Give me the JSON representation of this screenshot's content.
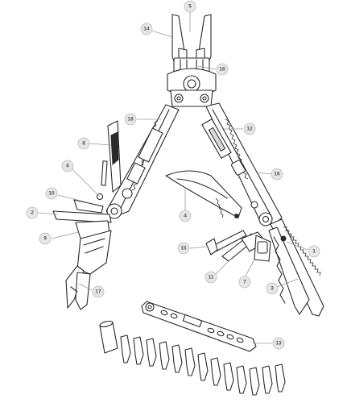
{
  "diagram": {
    "callouts": [
      {
        "id": "c1",
        "label": "1"
      },
      {
        "id": "c2",
        "label": "2"
      },
      {
        "id": "c3",
        "label": "3"
      },
      {
        "id": "c4",
        "label": "4"
      },
      {
        "id": "c5",
        "label": "5"
      },
      {
        "id": "c6",
        "label": "6"
      },
      {
        "id": "c7",
        "label": "7"
      },
      {
        "id": "c8",
        "label": "8"
      },
      {
        "id": "c9",
        "label": "9"
      },
      {
        "id": "c10",
        "label": "10"
      },
      {
        "id": "c11",
        "label": "11"
      },
      {
        "id": "c12",
        "label": "12"
      },
      {
        "id": "c13",
        "label": "13"
      },
      {
        "id": "c14",
        "label": "14"
      },
      {
        "id": "c15",
        "label": "15"
      },
      {
        "id": "c16a",
        "label": "16"
      },
      {
        "id": "c16b",
        "label": "16"
      },
      {
        "id": "c17",
        "label": "17"
      },
      {
        "id": "c18",
        "label": "18"
      }
    ],
    "colors": {
      "line": "#2a2a2a",
      "callout_fill": "#e6e6e6",
      "callout_text": "#555555"
    }
  }
}
